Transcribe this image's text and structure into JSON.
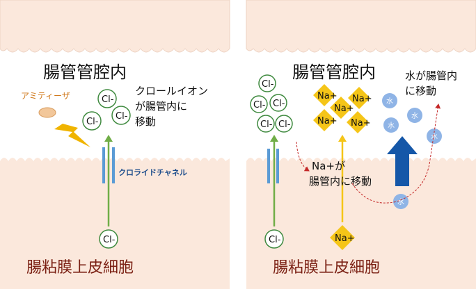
{
  "colors": {
    "tissue": "#fbe8dc",
    "tissue_edge": "#e8c8b6",
    "chloride_circle": "#3f8a3f",
    "channel": "#5b9bd5",
    "sodium": "#f5c518",
    "water_arrow": "#1557a8",
    "water_drop": "#8fb4e6",
    "lightning": "#f0b400",
    "movement_arrow": "#c42828"
  },
  "left_panel": {
    "lumen_label": "腸管管腔内",
    "cell_label": "腸粘膜上皮細胞",
    "drug_label": "アミティーザ",
    "channel_label": "クロライドチャネル",
    "chloride_note_line1": "クロールイオン",
    "chloride_note_line2": "が腸管内に",
    "chloride_note_line3": "移動",
    "chloride_symbol": "Cl-",
    "drug_icon": "capsule-icon",
    "activation_icon": "lightning-icon"
  },
  "right_panel": {
    "lumen_label": "腸管管腔内",
    "cell_label": "腸粘膜上皮細胞",
    "sodium_note_line1": "Na+が",
    "sodium_note_line2": "腸管内に移動",
    "water_note_line1": "水が腸管内",
    "water_note_line2": "に移動",
    "chloride_symbol": "Cl-",
    "sodium_symbol": "Na+",
    "water_symbol": "水"
  }
}
